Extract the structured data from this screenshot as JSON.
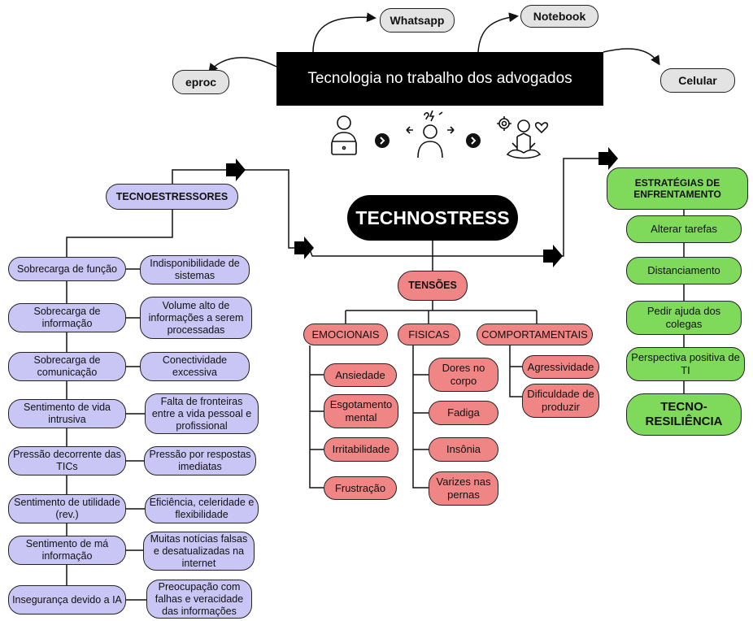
{
  "header": {
    "title": "Tecnologia no trabalho dos advogados",
    "tools": [
      "Whatsapp",
      "Notebook",
      "eproc",
      "Celular"
    ]
  },
  "center": {
    "title": "TECHNOSTRESS",
    "tensions_title": "TENSÕES"
  },
  "stressors": {
    "title": "TECNOESTRESSORES",
    "rows": [
      {
        "name": "Sobrecarga de função",
        "detail": "Indisponibilidade de sistemas"
      },
      {
        "name": "Sobrecarga de informação",
        "detail": "Volume alto de informações a serem processadas"
      },
      {
        "name": "Sobrecarga de comunicação",
        "detail": "Conectividade excessiva"
      },
      {
        "name": "Sentimento de vida intrusiva",
        "detail": "Falta de fronteiras entre a vida pessoal e profissional"
      },
      {
        "name": "Pressão decorrente das TICs",
        "detail": "Pressão por respostas imediatas"
      },
      {
        "name": "Sentimento de utilidade (rev.)",
        "detail": "Eficiência, celeridade e flexibilidade"
      },
      {
        "name": "Sentimento de má informação",
        "detail": "Muitas notícias falsas e desatualizadas na internet"
      },
      {
        "name": "Insegurança devido a IA",
        "detail": "Preocupação com falhas e veracidade das informações"
      }
    ]
  },
  "tensions": {
    "emocionais": {
      "title": "EMOCIONAIS",
      "items": [
        "Ansiedade",
        "Esgotamento mental",
        "Irritabilidade",
        "Frustração"
      ]
    },
    "fisicas": {
      "title": "FISICAS",
      "items": [
        "Dores no corpo",
        "Fadiga",
        "Insônia",
        "Varizes nas pernas"
      ]
    },
    "comportamentais": {
      "title": "COMPORTAMENTAIS",
      "items": [
        "Agressividade",
        "Dificuldade de produzir"
      ]
    }
  },
  "strategies": {
    "title": "ESTRATÉGIAS DE ENFRENTAMENTO",
    "items": [
      "Alterar tarefas",
      "Distanciamento",
      "Pedir ajuda dos colegas",
      "Perspectiva positiva de TI"
    ],
    "result": "TECNO-RESILIÊNCIA"
  },
  "colors": {
    "stressor_fill": "#c9c6f5",
    "tension_fill": "#ef8585",
    "strategy_fill": "#7fd95a",
    "tool_fill": "#e3e3e3"
  },
  "icons": [
    "person-laptop-icon",
    "chevron-right-icon",
    "stressed-person-icon",
    "chevron-right-icon",
    "meditation-icon"
  ]
}
